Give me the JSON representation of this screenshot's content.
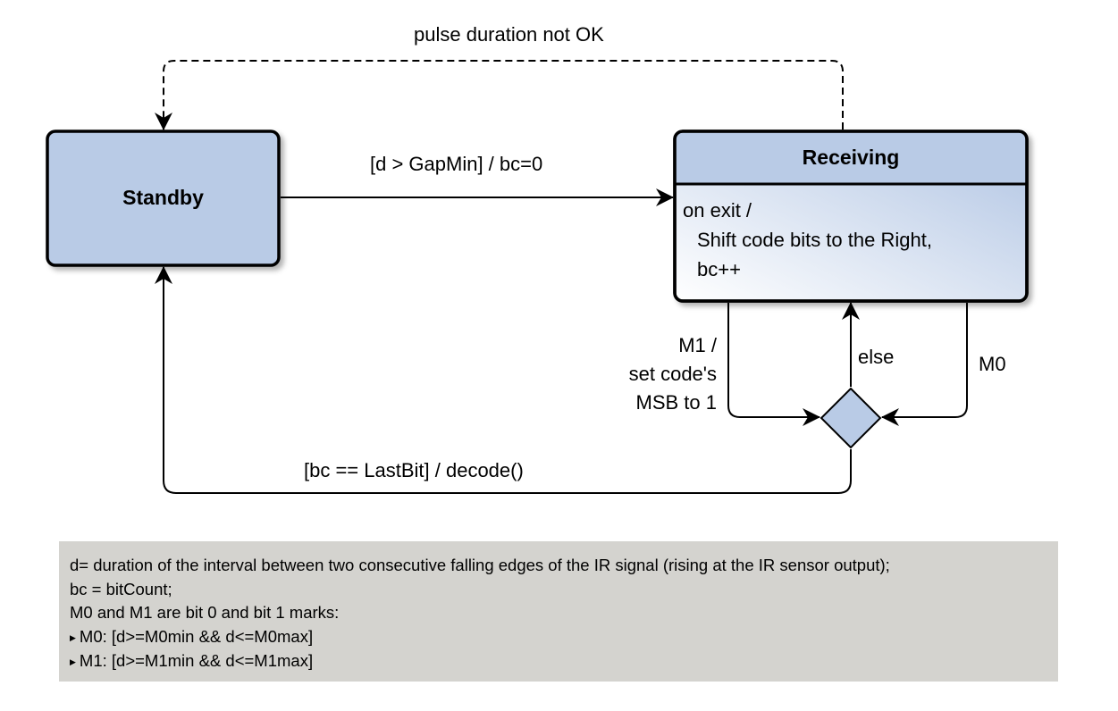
{
  "states": {
    "standby": {
      "name": "Standby"
    },
    "receiving": {
      "name": "Receiving",
      "action_lines": [
        "on exit /",
        "Shift code bits to the Right,",
        "bc++"
      ]
    }
  },
  "transitions": {
    "pulse_not_ok": "pulse duration not OK",
    "gap": "[d > GapMin] / bc=0",
    "m1_lines": [
      "M1 /",
      "set code's",
      "MSB to 1"
    ],
    "else": "else",
    "m0": "M0",
    "last_bit": "[bc == LastBit] / decode()"
  },
  "legend": {
    "lines": [
      "d= duration of the interval between two consecutive falling edges of the IR signal (rising at the IR sensor output);",
      "bc = bitCount;",
      "M0 and M1 are bit 0 and bit 1 marks:"
    ],
    "bullets": [
      "M0: [d>=M0min && d<=M0max]",
      "M1: [d>=M1min && d<=M1max]"
    ]
  },
  "colors": {
    "state_fill": "#b9cbe6",
    "state_stroke": "#000000",
    "legend_bg": "#d4d3cf"
  }
}
